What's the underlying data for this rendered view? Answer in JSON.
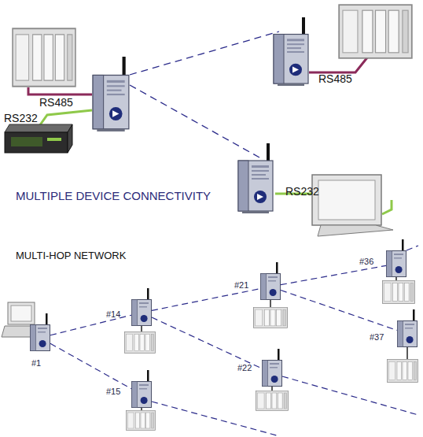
{
  "diagram": {
    "nodes": [
      {
        "text": [
          "#1"
        ]
      },
      {
        "text": [
          "#14"
        ]
      },
      {
        "text": [
          "#15"
        ]
      },
      {
        "text": [
          "#21"
        ]
      },
      {
        "text": [
          "#22"
        ]
      },
      {
        "text": [
          "#36"
        ]
      },
      {
        "text": [
          "#37"
        ]
      }
    ],
    "edges": [
      {
        "from": 0,
        "to": 1,
        "arrow": "none"
      },
      {
        "from": 0,
        "to": 2,
        "arrow": "none"
      },
      {
        "from": 1,
        "to": 3,
        "arrow": "none"
      },
      {
        "from": 1,
        "to": 4,
        "arrow": "none"
      },
      {
        "from": 3,
        "to": 5,
        "arrow": "none"
      },
      {
        "from": 3,
        "to": 6,
        "arrow": "none"
      }
    ],
    "labels": [
      "RS485",
      "RS232",
      "RS485",
      "RS232",
      "MULTIPLE DEVICE CONNECTIVITY",
      "MULTI-HOP NETWORK"
    ]
  }
}
